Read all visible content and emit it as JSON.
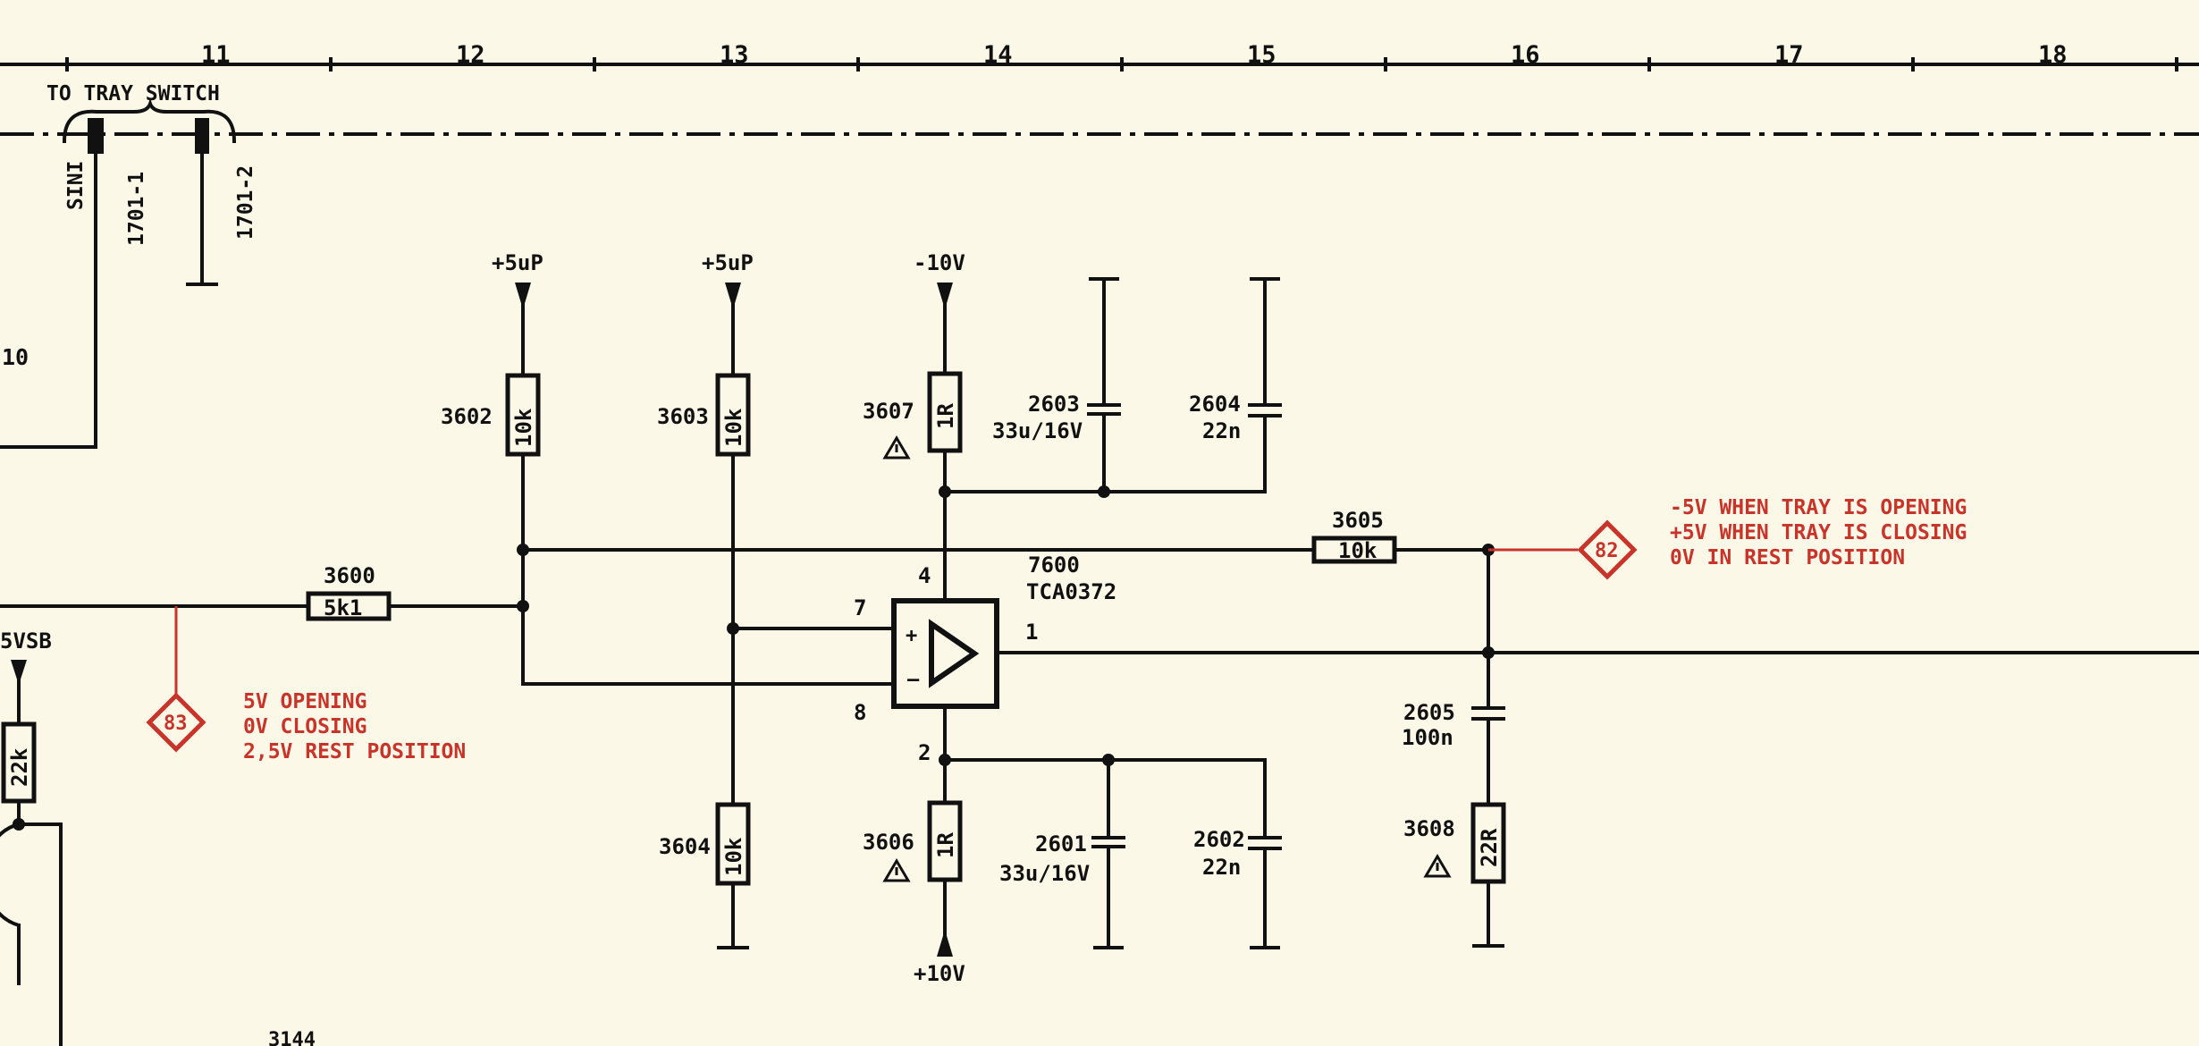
{
  "ruler": {
    "columns": [
      "11",
      "12",
      "13",
      "14",
      "15",
      "16",
      "17",
      "18"
    ]
  },
  "tray_switch": {
    "label": "TO TRAY SWITCH",
    "pins": [
      "SINI",
      "1701-1",
      "1701-2"
    ]
  },
  "net_10": "10",
  "supplies": {
    "p5up": "+5uP",
    "m10v": "-10V",
    "p10v": "+10V",
    "p5vsb": "5VSB"
  },
  "resistors": {
    "r3600": {
      "ref": "3600",
      "value": "5k1"
    },
    "r3602": {
      "ref": "3602",
      "value": "10k"
    },
    "r3603": {
      "ref": "3603",
      "value": "10k"
    },
    "r3604": {
      "ref": "3604",
      "value": "10k"
    },
    "r3605": {
      "ref": "3605",
      "value": "10k"
    },
    "r3606": {
      "ref": "3606",
      "value": "1R"
    },
    "r3607": {
      "ref": "3607",
      "value": "1R"
    },
    "r3608": {
      "ref": "3608",
      "value": "22R"
    },
    "r22k": {
      "value": "22k"
    }
  },
  "capacitors": {
    "c2601": {
      "ref": "2601",
      "value": "33u/16V"
    },
    "c2602": {
      "ref": "2602",
      "value": "22n"
    },
    "c2603": {
      "ref": "2603",
      "value": "33u/16V"
    },
    "c2604": {
      "ref": "2604",
      "value": "22n"
    },
    "c2605": {
      "ref": "2605",
      "value": "100n"
    }
  },
  "ic": {
    "ref": "7600",
    "part": "TCA0372",
    "pins": {
      "p1": "1",
      "p2": "2",
      "p4": "4",
      "p7": "7",
      "p8": "8"
    }
  },
  "test_points": {
    "tp82": {
      "id": "82",
      "notes": [
        "-5V WHEN TRAY IS OPENING",
        "+5V WHEN TRAY IS CLOSING",
        "0V IN REST POSITION"
      ]
    },
    "tp83": {
      "id": "83",
      "notes": [
        "5V OPENING",
        "0V CLOSING",
        "2,5V REST POSITION"
      ]
    }
  },
  "colors": {
    "paper": "#fbf8e8",
    "ink": "#111111",
    "annotation": "#c8332a"
  }
}
